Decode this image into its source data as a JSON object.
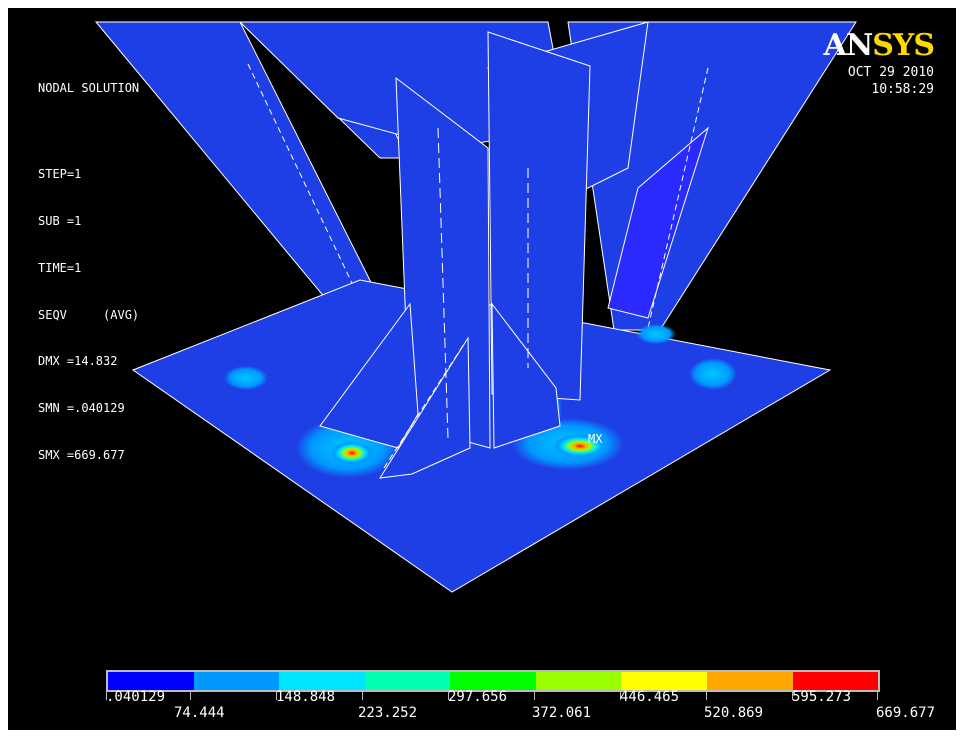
{
  "info": {
    "title": "NODAL SOLUTION",
    "lines": [
      "STEP=1",
      "SUB =1",
      "TIME=1",
      "SEQV     (AVG)",
      "DMX =14.832",
      "SMN =.040129",
      "SMX =669.677"
    ]
  },
  "brand": {
    "an": "AN",
    "sys": "SYS"
  },
  "stamp": {
    "date": "OCT 29 2010",
    "time": "10:58:29"
  },
  "max_marker": "MX",
  "legend": {
    "colors": [
      "#0000ff",
      "#0099ff",
      "#00e5ff",
      "#00ffb2",
      "#00ff00",
      "#99ff00",
      "#ffff00",
      "#ffa600",
      "#ff0000"
    ],
    "labels": [
      ".040129",
      "74.444",
      "148.848",
      "223.252",
      "297.656",
      "372.061",
      "446.465",
      "520.869",
      "595.273",
      "669.677"
    ]
  },
  "theme": {
    "background": "#000000",
    "model_blue": "#1f3fe6",
    "outline": "#ffffff"
  }
}
